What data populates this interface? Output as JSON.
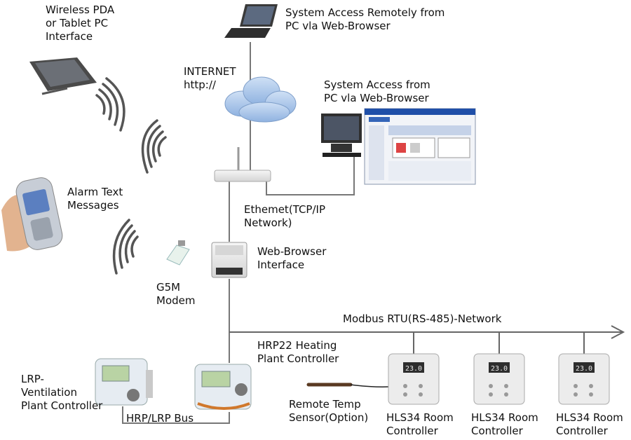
{
  "labels": {
    "pda": "Wireless PDA\nor Tablet PC\nInterface",
    "remote_access": "System Access Remotely from\nPC vla Web-Browser",
    "internet": "INTERNET\nhttp://",
    "local_access": "System Access from\nPC vla Web-Browser",
    "alarm": "Alarm Text\nMessages",
    "ethernet": "Ethemet(TCP/IP\nNetwork)",
    "web_browser_interface": "Web-Browser\nInterface",
    "gsm_modem": "G5M\nModem",
    "modbus": "Modbus RTU(RS-485)-Network",
    "hrp22": "HRP22 Heating\nPlant Controller",
    "lrp": "LRP-\nVentilation\nPlant Controller",
    "remote_temp": "Remote Temp\nSensor(Option)",
    "bus": "HRP/LRP Bus",
    "hls34_1": "HLS34 Room\nController",
    "hls34_2": "HLS34 Room\nController",
    "hls34_3": "HLS34 Room\nController"
  },
  "devices": {
    "thermostat_display": "23.0"
  },
  "colors": {
    "line": "#777777",
    "cloud": "#a9c7ea",
    "device_body": "#e9e9e9",
    "screen": "#5b7fc0"
  },
  "icons": {
    "laptop": "laptop-icon",
    "cloud": "cloud-icon",
    "router": "router-icon",
    "pda": "tablet-icon",
    "phone": "mobile-phone-icon",
    "modem": "gsm-modem-icon",
    "web_module": "web-browser-module-icon",
    "thermostat": "thermostat-icon",
    "sensor": "temperature-sensor-icon"
  }
}
